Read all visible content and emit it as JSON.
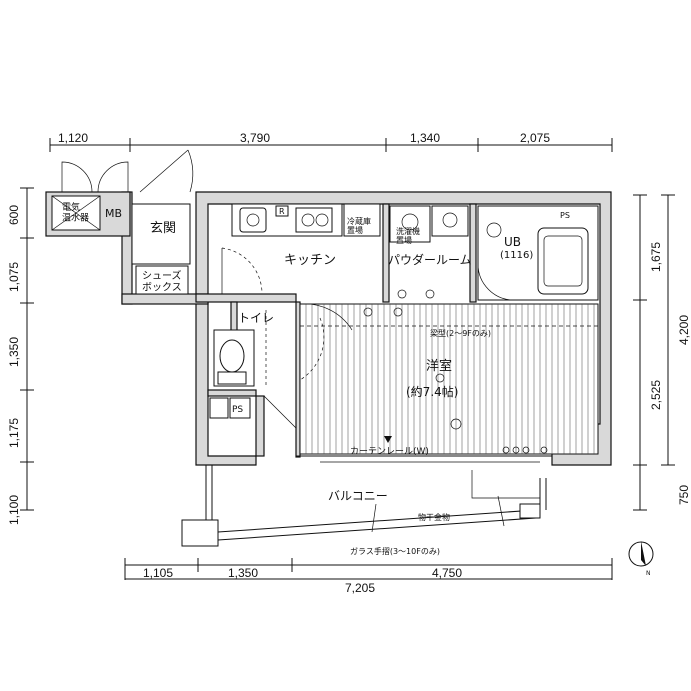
{
  "dimensions": {
    "top": [
      "1,120",
      "3,790",
      "1,340",
      "2,075"
    ],
    "bottom": [
      "1,105",
      "1,350",
      "4,750"
    ],
    "bottom_total": "7,205",
    "left": [
      "600",
      "1,075",
      "1,350",
      "1,175",
      "1,100"
    ],
    "right_inner": [
      "1,675",
      "2,525",
      "750"
    ],
    "right_total": "4,200"
  },
  "rooms": {
    "heater": "電気\n温水器",
    "mb": "MB",
    "entrance": "玄関",
    "shoe_box": "シューズ\nボックス",
    "kitchen": "キッチン",
    "fridge": "冷蔵庫\n置場",
    "washer": "洗濯機\n置場",
    "powder_room": "パウダールーム",
    "ub": "UB",
    "ub_size": "(1116)",
    "ps_top": "PS",
    "toilet": "トイレ",
    "western_room": "洋室",
    "western_size": "(約7.4帖)",
    "balcony": "バルコニー",
    "ps_small": "PS"
  },
  "annotations": {
    "beam": "梁型(2～9Fのみ)",
    "curtain_rail": "カーテンレール(W)",
    "drying_hardware": "物干金物",
    "glass_railing": "ガラス手摺(3～10Fのみ)",
    "r_mark": "R",
    "north": "N"
  }
}
